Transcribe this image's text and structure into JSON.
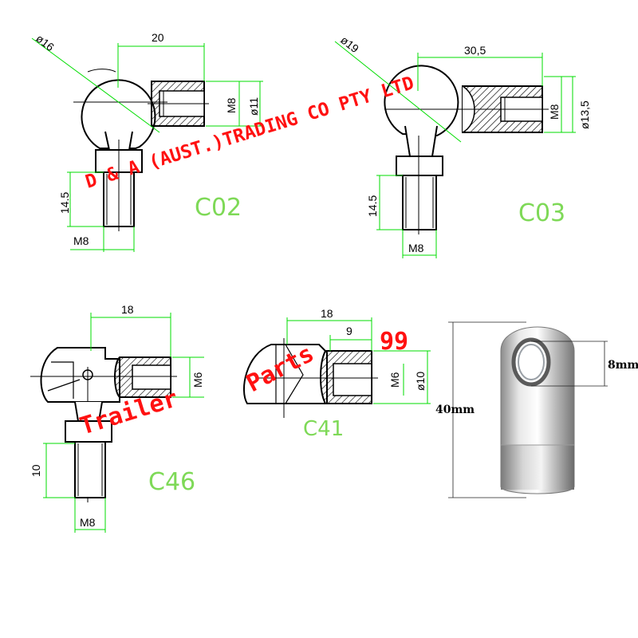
{
  "parts": {
    "c02": {
      "code": "C02",
      "ball_dia": "ø16",
      "length": "20",
      "thread_socket": "M8",
      "outer_dia": "ø11",
      "stud_length": "14.5",
      "stud_thread": "M8"
    },
    "c03": {
      "code": "C03",
      "ball_dia": "ø19",
      "length": "30,5",
      "thread_socket": "M8",
      "outer_dia": "ø13,5",
      "stud_length": "14.5",
      "stud_thread": "M8"
    },
    "c46": {
      "code": "C46",
      "length": "18",
      "thread_socket": "M6",
      "stud_length": "10",
      "stud_thread": "M8"
    },
    "c41": {
      "code": "C41",
      "length": "18",
      "socket_depth": "9",
      "thread_socket": "M6",
      "outer_dia": "ø10"
    }
  },
  "photo": {
    "hole_size": "8mm",
    "length": "40mm"
  },
  "watermark": {
    "company": "D & A (AUST.)TRADING CO PTY LTD",
    "brand_word1": "Trailer",
    "brand_word2": "Parts",
    "brand_num": "99"
  },
  "colors": {
    "dimension_line": "#00dd00",
    "code_text": "#7ed957",
    "watermark": "#ff1111",
    "hatch": "#000000"
  }
}
